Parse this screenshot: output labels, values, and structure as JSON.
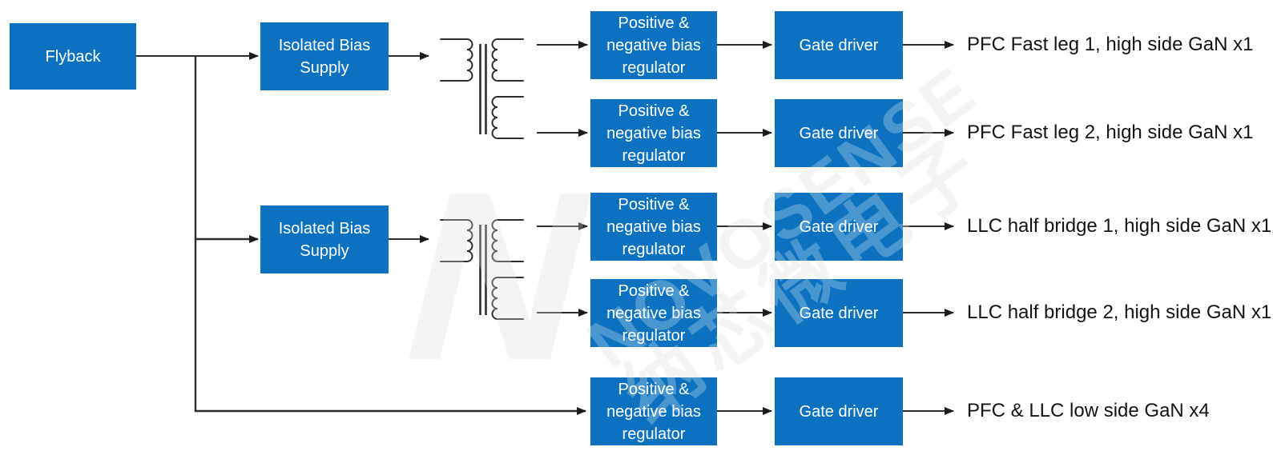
{
  "diagram": {
    "source": {
      "label": "Flyback"
    },
    "bias_supplies": [
      {
        "label": "Isolated Bias Supply"
      },
      {
        "label": "Isolated Bias Supply"
      }
    ],
    "rows": [
      {
        "regulator": "Positive & negative bias regulator",
        "driver": "Gate driver",
        "output": "PFC Fast leg 1, high side GaN x1"
      },
      {
        "regulator": "Positive & negative bias regulator",
        "driver": "Gate driver",
        "output": "PFC Fast leg 2, high side GaN x1"
      },
      {
        "regulator": "Positive & negative bias regulator",
        "driver": "Gate driver",
        "output": "LLC half bridge 1, high side GaN x1"
      },
      {
        "regulator": "Positive & negative bias regulator",
        "driver": "Gate driver",
        "output": "LLC half bridge 2, high side GaN x1"
      },
      {
        "regulator": "Positive & negative bias regulator",
        "driver": "Gate driver",
        "output": "PFC & LLC low side GaN x4"
      }
    ],
    "watermark": {
      "logo_letter": "N",
      "brand": "NOVOSENSE",
      "brand_cn": "纳芯微电子"
    },
    "colors": {
      "box_blue": "#0c72bf",
      "box_text": "#ffffff",
      "line": "#2d2d2d",
      "label_text": "#141414"
    }
  }
}
